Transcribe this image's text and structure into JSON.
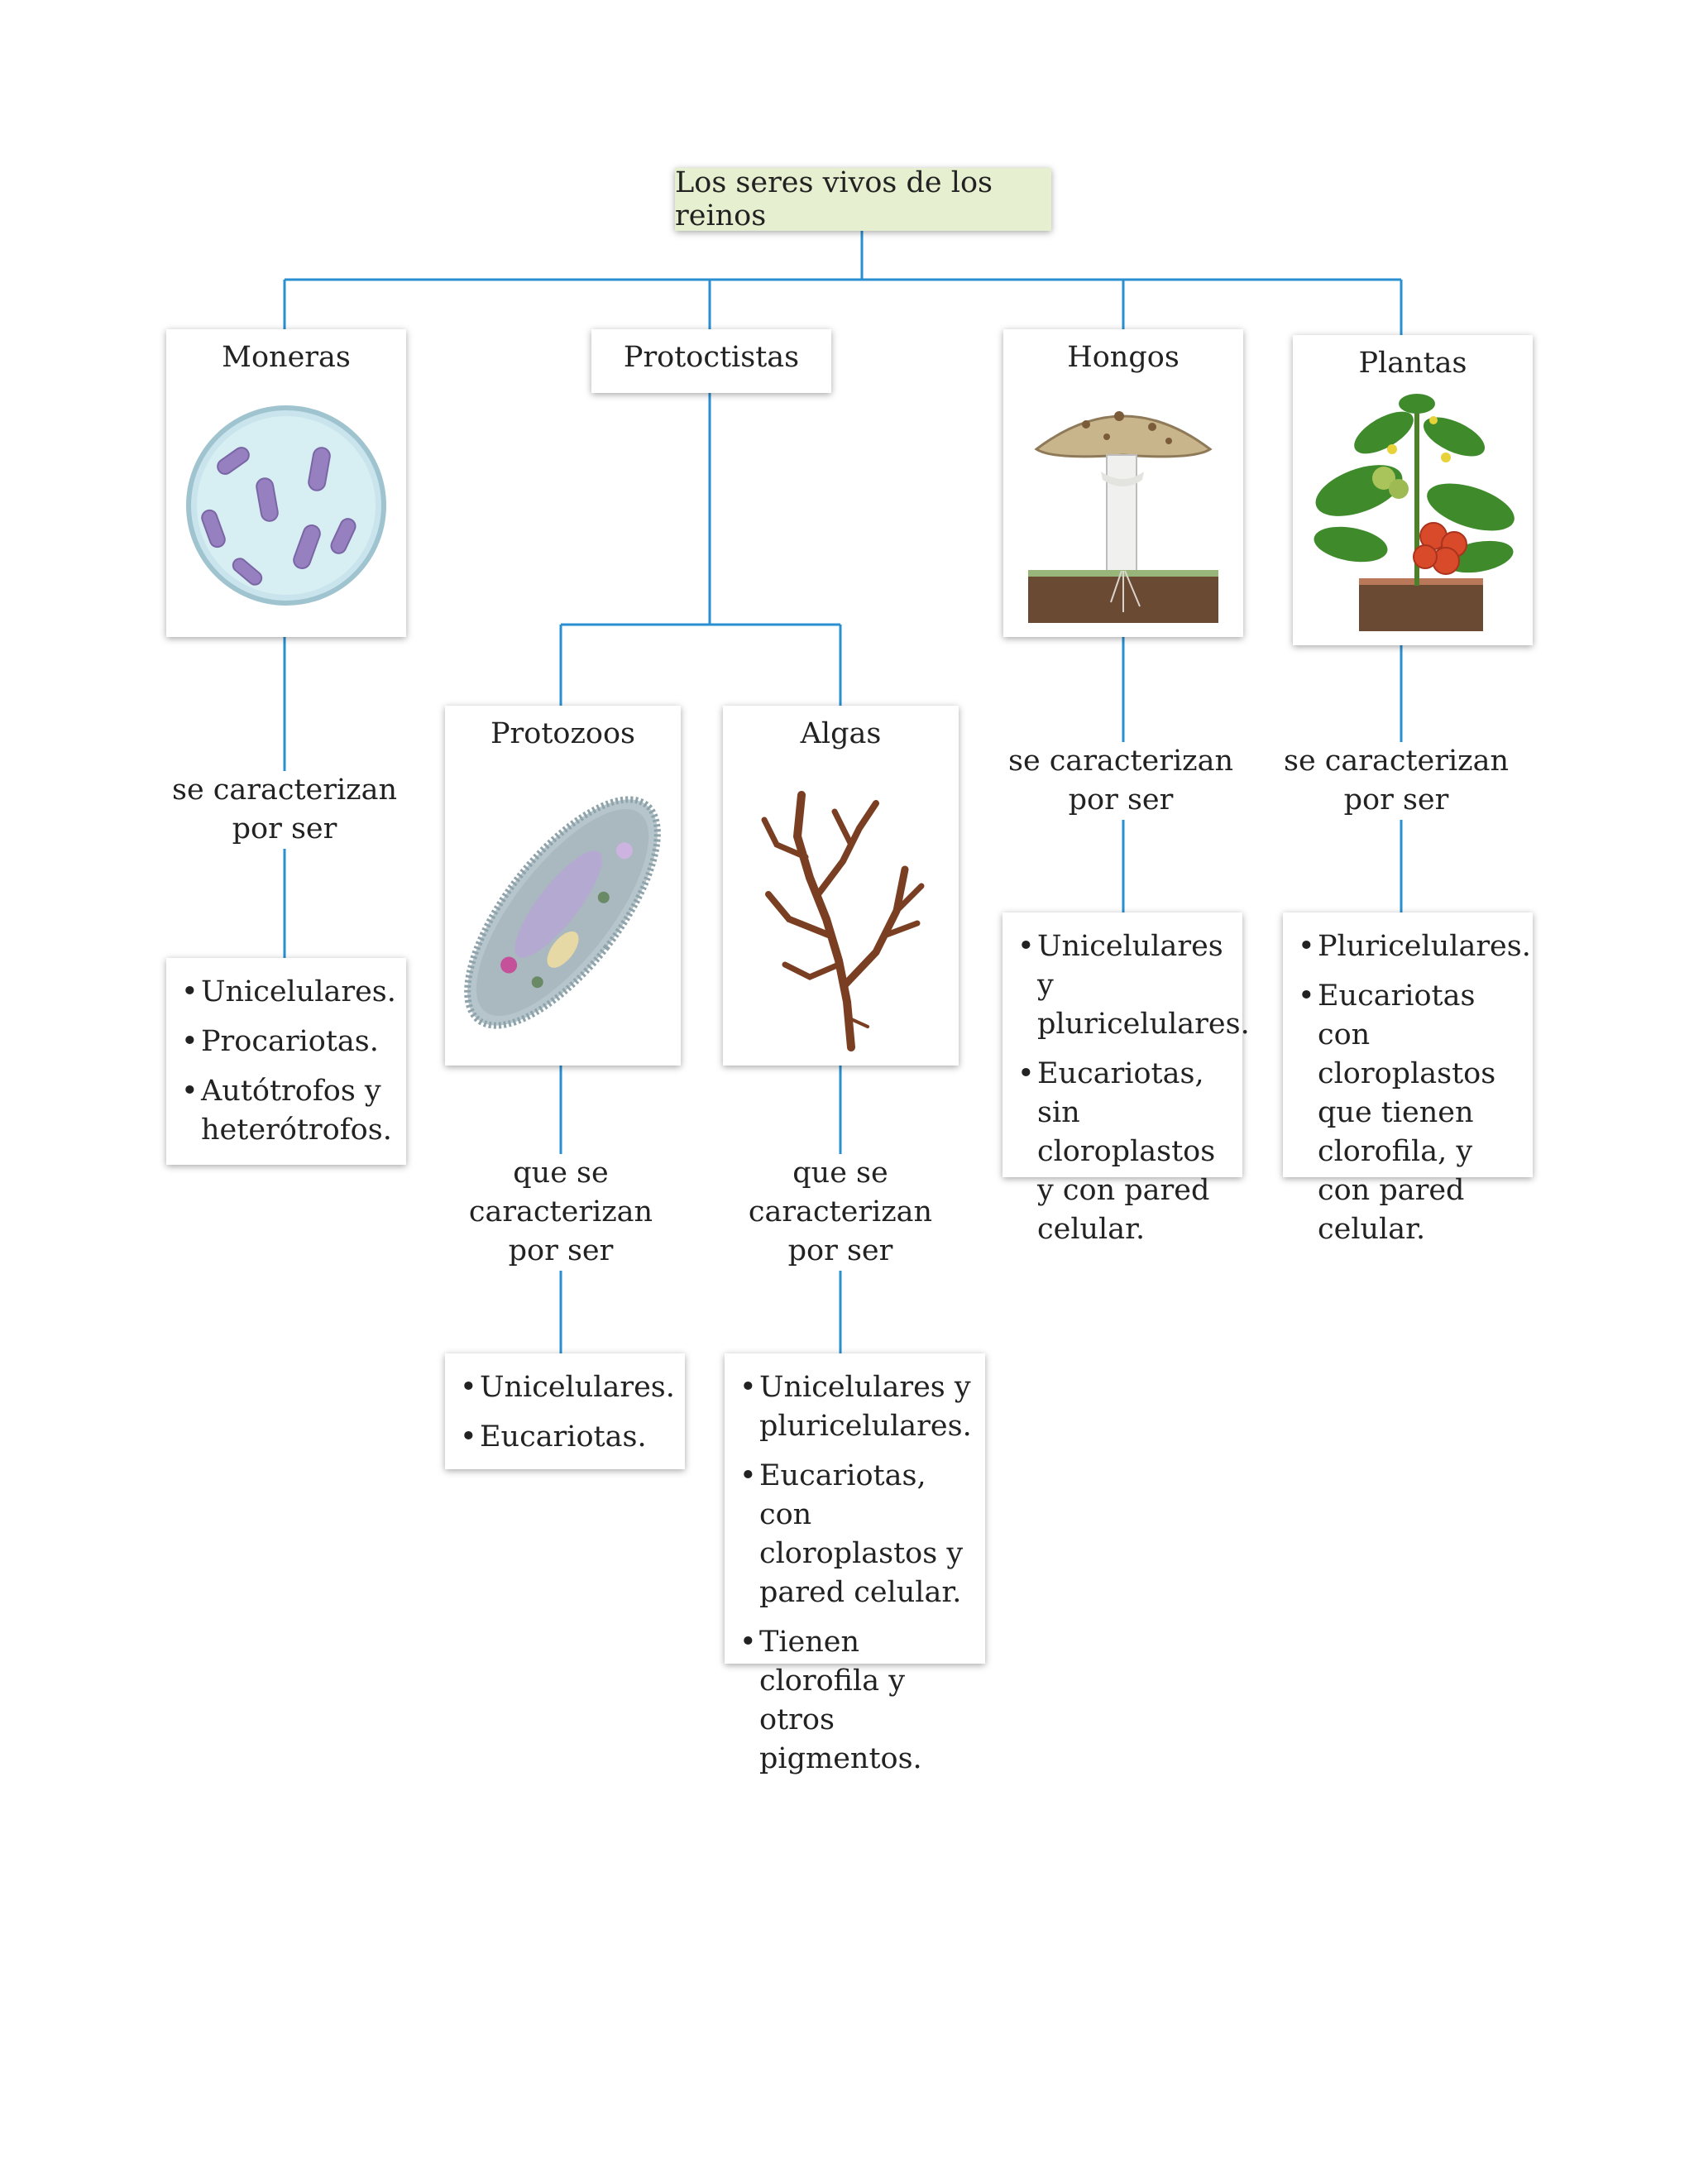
{
  "root": {
    "title": "Los seres vivos de los reinos"
  },
  "kingdoms": {
    "moneras": {
      "title": "Moneras",
      "relation": [
        "se caracterizan",
        "por ser"
      ],
      "traits": [
        "Unicelulares.",
        "Procariotas.",
        "Autótrofos y heterótrofos."
      ]
    },
    "protoctistas": {
      "title": "Protoctistas"
    },
    "protozoos": {
      "title": "Protozoos",
      "relation": [
        "que se caracterizan",
        "por ser"
      ],
      "traits": [
        "Unicelulares.",
        "Eucariotas."
      ]
    },
    "algas": {
      "title": "Algas",
      "relation": [
        "que se caracterizan",
        "por ser"
      ],
      "traits": [
        "Unicelulares y pluricelulares.",
        "Eucariotas, con cloroplastos y pared celular.",
        "Tienen clorofila y otros pigmentos."
      ]
    },
    "hongos": {
      "title": "Hongos",
      "relation": [
        "se caracterizan",
        "por ser"
      ],
      "traits": [
        "Unicelulares y pluricelulares.",
        "Eucariotas, sin cloroplastos y con pared celular."
      ]
    },
    "plantas": {
      "title": "Plantas",
      "relation": [
        "se caracterizan",
        "por ser"
      ],
      "traits": [
        "Pluricelulares.",
        "Eucariotas con cloroplastos que tienen clorofila, y con pared celular."
      ]
    }
  },
  "colors": {
    "connector": "#2a8fd0",
    "root_fill": "#e6efcf"
  },
  "illustrations": {
    "moneras": "bacteria-dish-icon",
    "protozoos": "paramecium-icon",
    "algas": "seaweed-icon",
    "hongos": "mushroom-icon",
    "plantas": "tomato-plant-icon"
  }
}
